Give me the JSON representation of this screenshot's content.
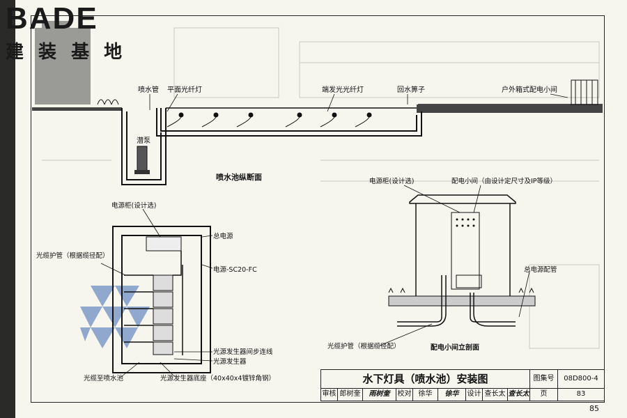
{
  "logo": {
    "latin": "BADE",
    "cjk": "建 装 基 地"
  },
  "labels": {
    "fountain_pipe": "喷水管",
    "flat_fiber_lamp": "平面光纤灯",
    "end_fiber_lamp": "端发光光纤灯",
    "return_pipe": "回水箅子",
    "outdoor_box": "户外箱式配电小间",
    "pump": "潜泵",
    "section_title": "喷水池纵断面",
    "cabinet_design": "电源柜(设计选)",
    "main_power": "总电源",
    "power_spec": "电源-SC20-FC",
    "cable_sleeve": "光缆护管（根据缆径配）",
    "sync_line": "光源发生器间步连线",
    "light_generator": "光源发生器",
    "to_pool": "光缆至喷水池",
    "generator_base": "光源发生器底座（40x40x4镀锌角钢）",
    "cabinet_design_2": "电源柜(设计选)",
    "room_note": "配电小间（由设计定尺寸及IP等级）",
    "main_power_pipe": "总电源配管",
    "cable_sleeve_2": "光缆护管（根据缆径配）",
    "room_elevation": "配电小间立剖面"
  },
  "title_block": {
    "title": "水下灯具（喷水池）安装图",
    "atlas_label": "图集号",
    "atlas_no": "08D800-4",
    "review_label": "审核",
    "reviewer": "郎树奎",
    "reviewer_sig": "雨树奎",
    "check_label": "校对",
    "checker": "徐华",
    "checker_sig": "徐华",
    "design_label": "设计",
    "designer": "查长太",
    "designer_sig": "查长太",
    "page_label": "页",
    "page_no": "83"
  },
  "page_number": "85"
}
